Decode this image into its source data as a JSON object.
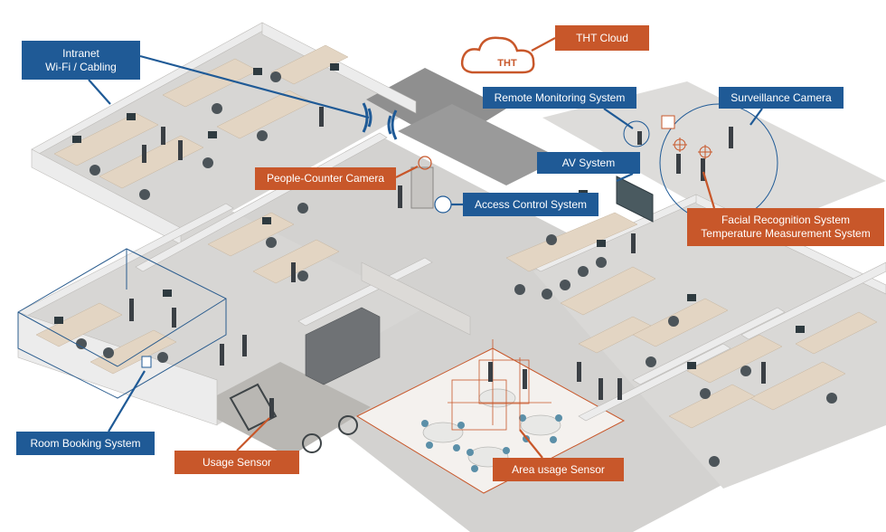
{
  "callouts": {
    "intranet": [
      "Intranet",
      "Wi-Fi / Cabling"
    ],
    "tht_cloud": "THT Cloud",
    "cloud_logo": "THT",
    "remote_monitoring": "Remote Monitoring System",
    "surveillance_camera": "Surveillance Camera",
    "av_system": "AV System",
    "people_counter": "People-Counter Camera",
    "access_control": "Access Control System",
    "facial_temp": [
      "Facial Recognition System",
      "Temperature Measurement System"
    ],
    "room_booking": "Room Booking System",
    "usage_sensor": "Usage Sensor",
    "area_usage": "Area usage Sensor"
  },
  "colors": {
    "callout_blue": "#1f5a96",
    "callout_orange": "#c8572a",
    "floor": "#d7d6d4",
    "wall_top": "#ececec",
    "wall_side": "#c9c7c4",
    "desk": "#e3d5c3"
  }
}
